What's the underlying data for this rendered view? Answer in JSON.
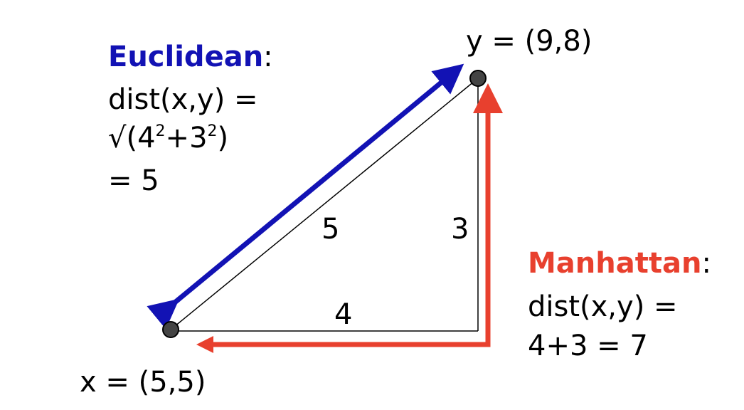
{
  "points": {
    "y_label": "y = (9,8)",
    "x_label": "x = (5,5)"
  },
  "euclidean": {
    "title": "Euclidean",
    "colon": ":",
    "line1": "dist(x,y) =",
    "sqrt_open": "√(4",
    "exp1": "2",
    "plus": "+3",
    "exp2": "2",
    "sqrt_close": ")",
    "result": "= 5"
  },
  "manhattan": {
    "title": "Manhattan",
    "colon": ":",
    "line1": "dist(x,y) =",
    "line2": "4+3 = 7"
  },
  "edge_labels": {
    "hypotenuse": "5",
    "vertical": "3",
    "horizontal": "4"
  },
  "colors": {
    "euclidean": "#1212b4",
    "manhattan": "#e8402e",
    "point": "#444444"
  }
}
